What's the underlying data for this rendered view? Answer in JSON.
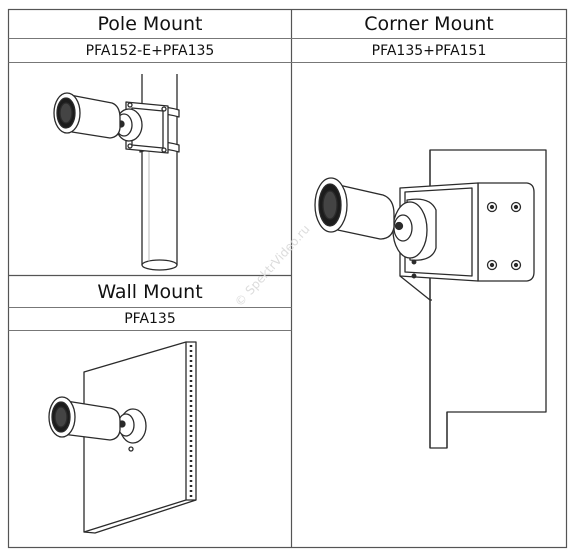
{
  "pole_mount": {
    "title": "Pole Mount",
    "model": "PFA152-E+PFA135"
  },
  "corner_mount": {
    "title": "Corner Mount",
    "model": "PFA135+PFA151"
  },
  "wall_mount": {
    "title": "Wall Mount",
    "model": "PFA135"
  },
  "watermark": "© SpektrVideo.ru",
  "colors": {
    "line": "#2b2b2b",
    "grid": "#666666",
    "background": "#ffffff"
  }
}
